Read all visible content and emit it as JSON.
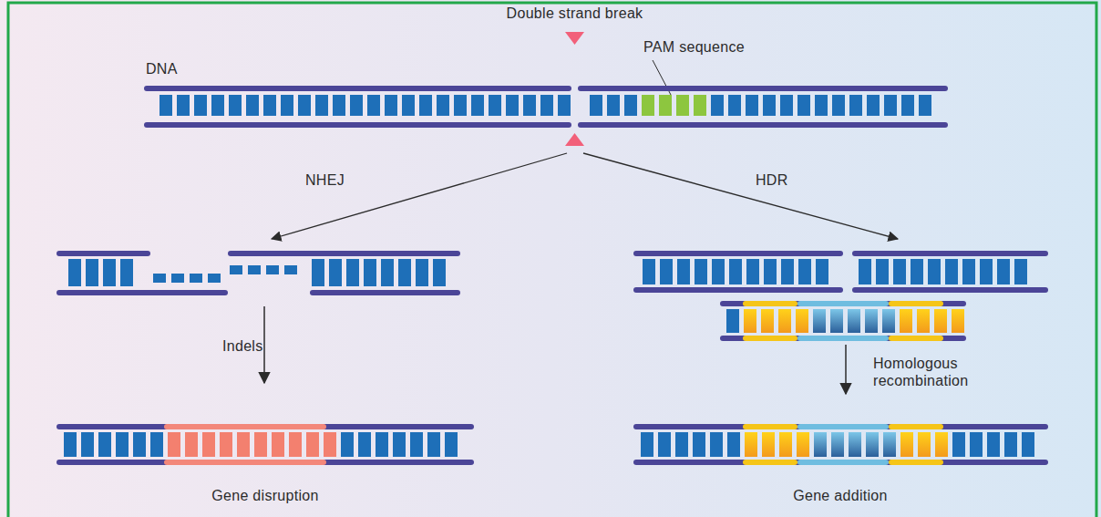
{
  "diagram": {
    "labels": [
      "Double strand break",
      "DNA",
      "PAM sequence",
      "NHEJ",
      "HDR",
      "Indels",
      "Homologous recombination",
      "Gene disruption",
      "Gene addition"
    ]
  }
}
